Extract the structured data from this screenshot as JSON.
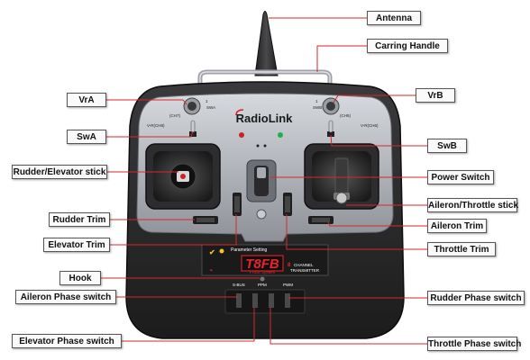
{
  "brand": "RadioLink",
  "model": "T8FB",
  "model_system": "FHSS System",
  "channel_badge": "8",
  "channel_text_1": "CHANNEL",
  "channel_text_2": "TRANSMITTER",
  "param_text": "Parameter Setting",
  "port_labels": [
    "S-BUS",
    "PPM",
    "PWM"
  ],
  "switch_tags": {
    "swa": "SWA",
    "swb": "SWB",
    "ch7": "(CH7)",
    "ch5": "(CH5)",
    "ch8": "V-R(CH8)",
    "ch6": "V-R(CH6)",
    "one_left": "1",
    "one_right": "1"
  },
  "labels": {
    "antenna": "Antenna",
    "carrying_handle": "Carring Handle",
    "vra": "VrA",
    "vrb": "VrB",
    "swa": "SwA",
    "swb": "SwB",
    "rudder_elevator_stick": "Rudder/Elevator stick",
    "power_switch": "Power Switch",
    "aileron_throttle_stick": "Aileron/Throttle stick",
    "rudder_trim": "Rudder Trim",
    "aileron_trim": "Aileron Trim",
    "elevator_trim": "Elevator Trim",
    "throttle_trim": "Throttle Trim",
    "hook": "Hook",
    "aileron_phase_switch": "Aileron Phase switch",
    "rudder_phase_switch": "Rudder Phase switch",
    "elevator_phase_switch": "Elevator Phase switch",
    "throttle_phase_switch": "Throttle Phase switch"
  },
  "colors": {
    "leader_line": "#d8262b",
    "body_dark": "#2b2b2d",
    "faceplate": "#b8bcc2",
    "accent_red": "#d21f26"
  }
}
